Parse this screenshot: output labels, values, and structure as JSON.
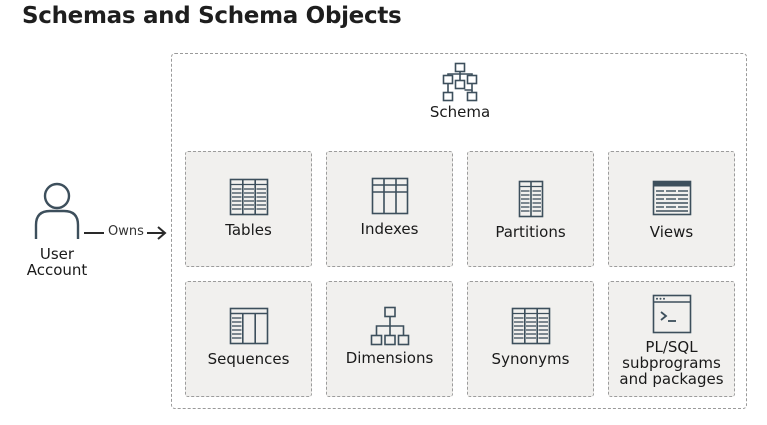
{
  "title": "Schemas and Schema Objects",
  "schema": {
    "label": "Schema",
    "icon": "schema-hierarchy-icon"
  },
  "user": {
    "label_line1": "User",
    "label_line2": "Account",
    "icon": "user-icon"
  },
  "relationship": {
    "label": "Owns"
  },
  "objects": [
    {
      "label": "Tables",
      "icon": "table-icon"
    },
    {
      "label": "Indexes",
      "icon": "index-icon"
    },
    {
      "label": "Partitions",
      "icon": "partition-icon"
    },
    {
      "label": "Views",
      "icon": "view-icon"
    },
    {
      "label": "Sequences",
      "icon": "sequence-icon"
    },
    {
      "label": "Dimensions",
      "icon": "dimension-icon"
    },
    {
      "label": "Synonyms",
      "icon": "synonym-icon"
    },
    {
      "label_lines": [
        "PL/SQL",
        "subprograms",
        "and packages"
      ],
      "icon": "terminal-icon"
    }
  ],
  "colors": {
    "icon": "#3d4f5c",
    "box_fill": "#f1f0ee",
    "border": "#9c9c9c"
  }
}
